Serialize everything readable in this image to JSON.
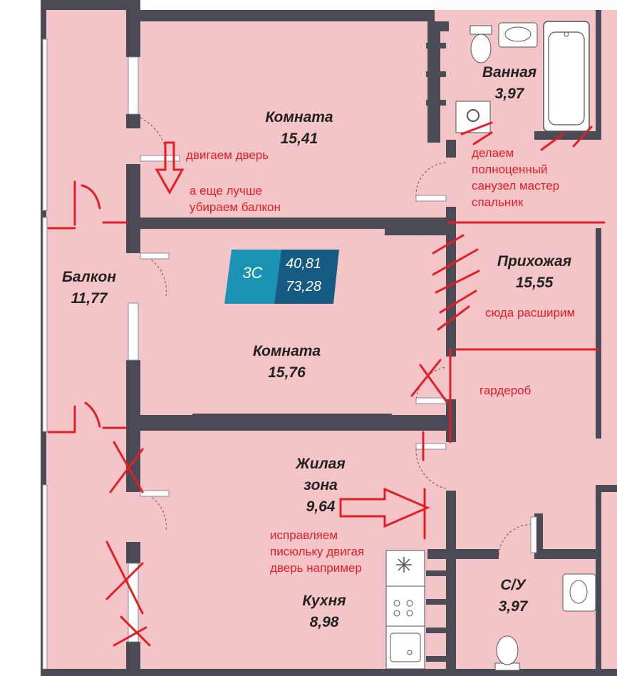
{
  "apartment": {
    "type": "3С",
    "living_area": "40,81",
    "total_area": "73,28"
  },
  "rooms": {
    "room_top": {
      "name": "Комната",
      "area": "15,41"
    },
    "bathroom": {
      "name": "Ванная",
      "area": "3,97"
    },
    "hallway": {
      "name": "Прихожая",
      "area": "15,55"
    },
    "balcony": {
      "name": "Балкон",
      "area": "11,77"
    },
    "room_middle": {
      "name": "Комната",
      "area": "15,76"
    },
    "living_zone": {
      "name_line1": "Жилая",
      "name_line2": "зона",
      "area": "9,64"
    },
    "wc": {
      "name": "С/У",
      "area": "3,97"
    },
    "kitchen": {
      "name": "Кухня",
      "area": "8,98"
    }
  },
  "annotations": {
    "move_door": "двигаем дверь",
    "remove_balcony": [
      "а еще лучше",
      "убираем балкон"
    ],
    "master_bath": [
      "делаем",
      "полноценный",
      "санузел мастер",
      "спальник"
    ],
    "expand": "сюда расширим",
    "wardrobe": "гардероб",
    "fix": [
      "исправляем",
      "писюльку двигая",
      "дверь например"
    ]
  },
  "colors": {
    "room_fill": "#f4c5c8",
    "wall": "#4a4b55",
    "badge_left": "#1b93b5",
    "badge_right": "#155a80",
    "annotation": "#e31e24"
  }
}
